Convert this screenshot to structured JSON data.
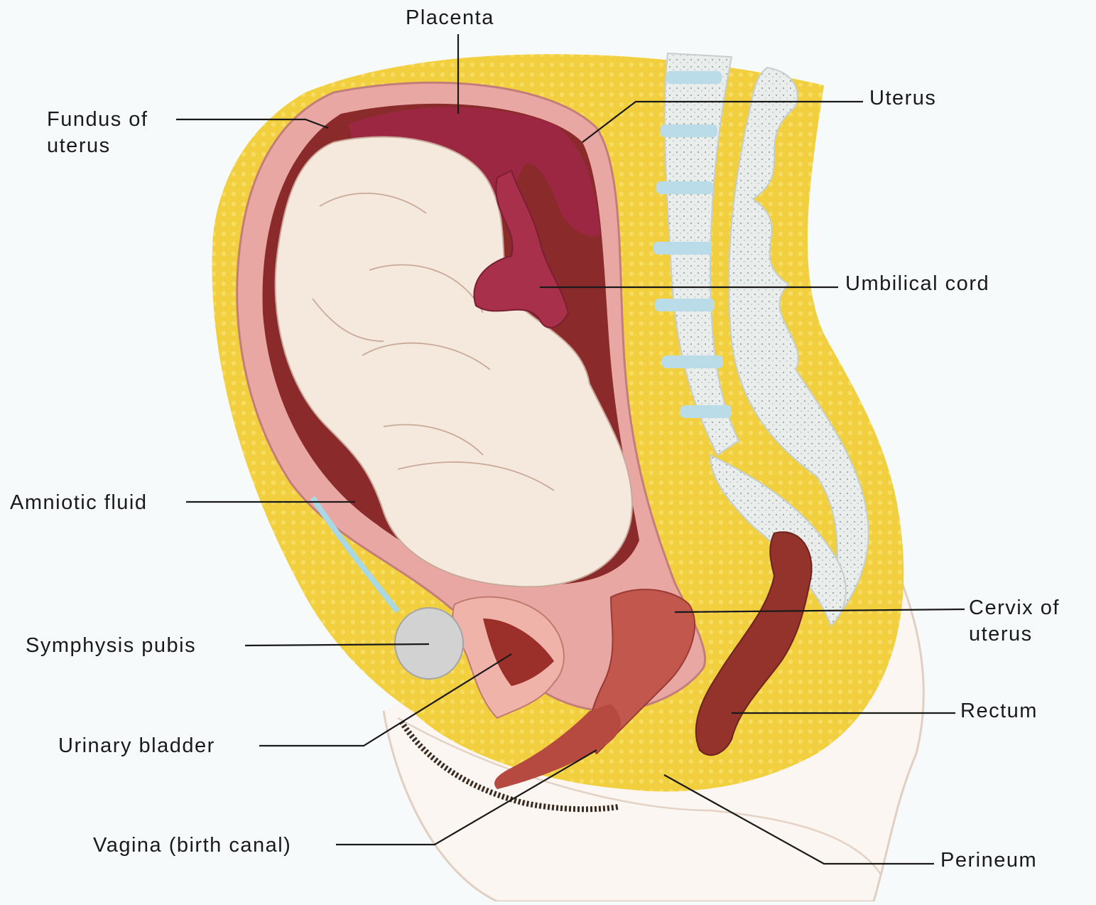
{
  "labels": {
    "placenta": "Placenta",
    "fundus_line1": "Fundus of",
    "fundus_line2": "uterus",
    "uterus": "Uterus",
    "umbilical_cord": "Umbilical cord",
    "amniotic_fluid": "Amniotic fluid",
    "cervix_line1": "Cervix of",
    "cervix_line2": "uterus",
    "symphysis_pubis": "Symphysis pubis",
    "rectum": "Rectum",
    "urinary_bladder": "Urinary bladder",
    "vagina": "Vagina (birth canal)",
    "perineum": "Perineum"
  },
  "colors": {
    "background": "#f7fafb",
    "fat_tissue": "#f1cf3e",
    "uterine_wall": "#e9a7a3",
    "placenta": "#9b2742",
    "amniotic_fluid": "#8a2a2a",
    "fetus_skin": "#f4e9dc",
    "spine_bone": "#e6ebe9",
    "spine_disc": "#b9dce8",
    "rectum": "#93332c",
    "pubis": "#c9c9c9",
    "skin_outline": "#e6d6c8"
  }
}
